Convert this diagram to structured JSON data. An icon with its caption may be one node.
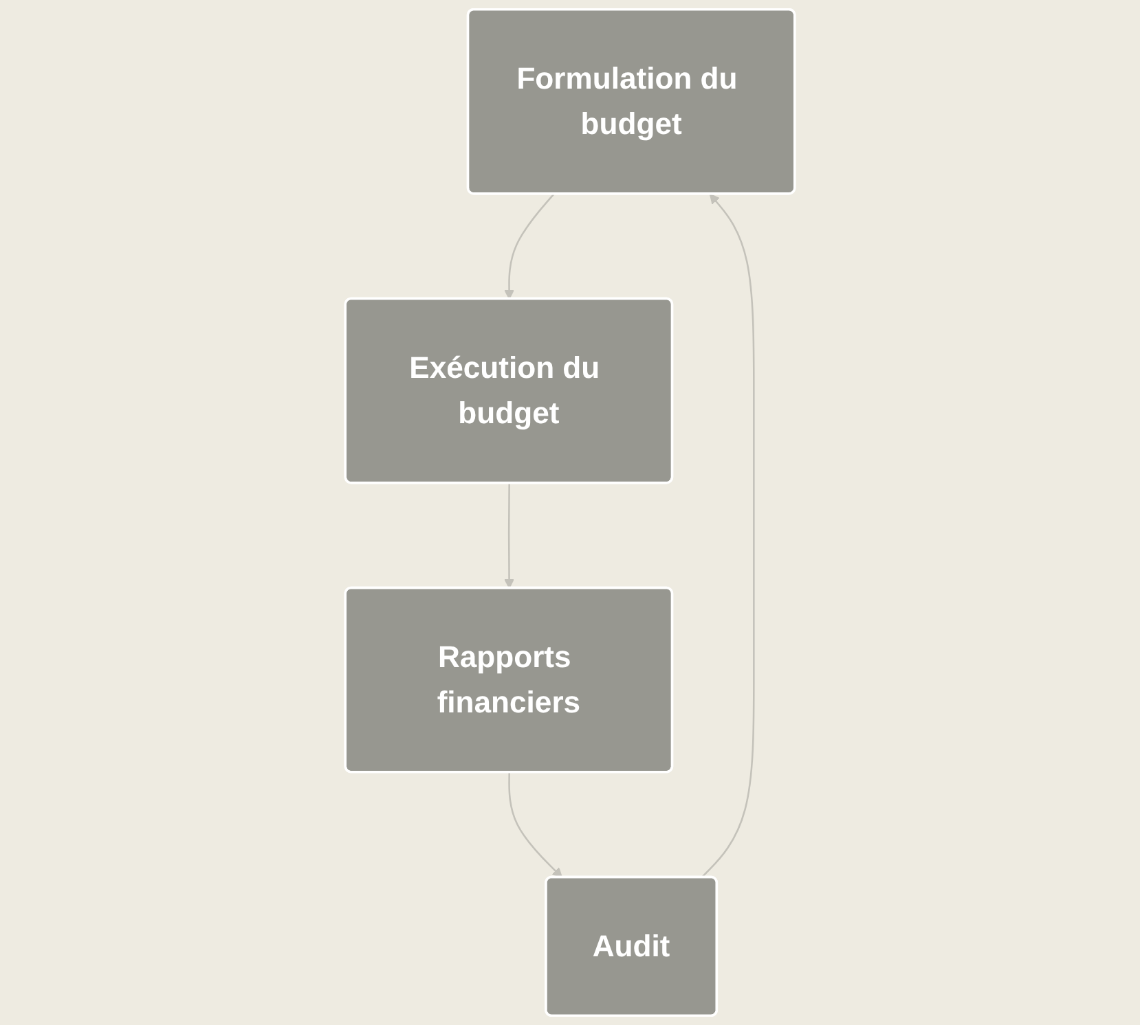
{
  "diagram": {
    "nodes": [
      {
        "text": [
          "Formulation du budget"
        ]
      },
      {
        "text": [
          "Exécution du budget"
        ]
      },
      {
        "text": [
          "Rapports financiers"
        ]
      },
      {
        "text": [
          "Audit"
        ]
      }
    ],
    "edges": [
      {
        "from": 0,
        "to": 1,
        "arrow": "to"
      },
      {
        "from": 1,
        "to": 2,
        "arrow": "to"
      },
      {
        "from": 2,
        "to": 3,
        "arrow": "to"
      },
      {
        "from": 3,
        "to": 0,
        "arrow": "to"
      }
    ]
  }
}
